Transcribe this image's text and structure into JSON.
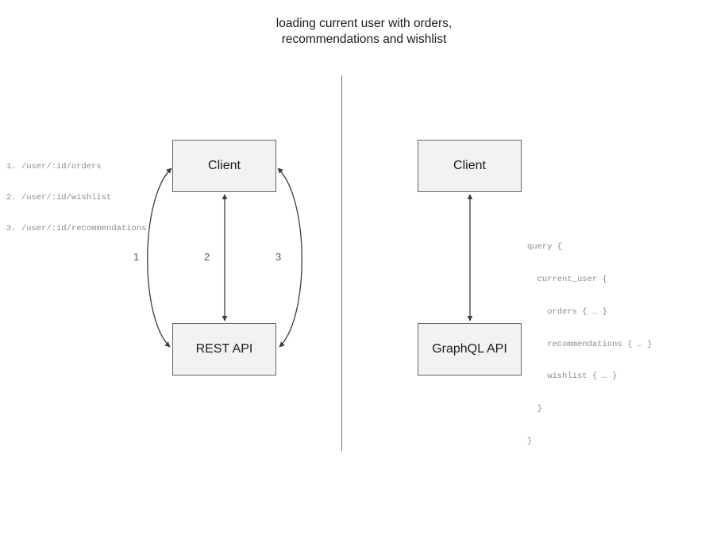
{
  "title": {
    "lines": [
      "loading current user with orders,",
      "recommendations and wishlist"
    ]
  },
  "divider": {
    "name": "vertical-divider"
  },
  "rest_side": {
    "client_label": "Client",
    "api_label": "REST API",
    "edge_labels": [
      "1",
      "2",
      "3"
    ],
    "endpoints": [
      "1. /user/:id/orders",
      "2. /user/:id/wishlist",
      "3. /user/:id/recommendations"
    ]
  },
  "graphql_side": {
    "client_label": "Client",
    "api_label": "GraphQL API",
    "query_lines": [
      "query {",
      "  current_user {",
      "    orders { … }",
      "    recommendations { … }",
      "    wishlist { … }",
      "  }",
      "}"
    ]
  },
  "colors": {
    "box_fill": "#f2f2f2",
    "box_border": "#666666",
    "edge_stroke": "#3d3d3d",
    "divider": "#7a7a7a",
    "code_text": "#8a8a8a",
    "title_text": "#1c1c1c"
  }
}
